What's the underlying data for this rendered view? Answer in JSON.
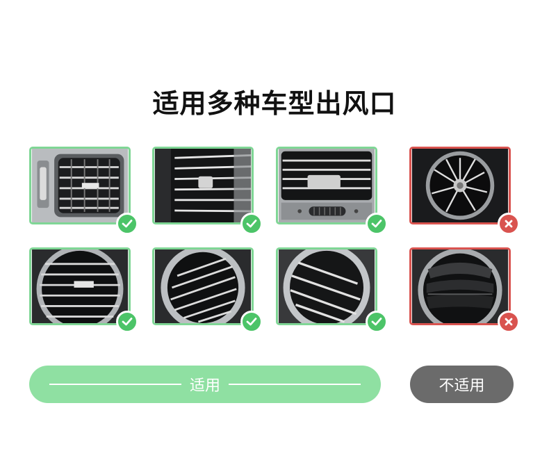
{
  "title": "适用多种车型出风口",
  "suitable_label": "适用",
  "unsuitable_label": "不适用",
  "tiles": [
    {
      "name": "vent-rect-grid",
      "status": "suitable"
    },
    {
      "name": "vent-horizontal-slats-clip",
      "status": "suitable"
    },
    {
      "name": "vent-horizontal-slats-wheel",
      "status": "suitable"
    },
    {
      "name": "vent-round-spoke",
      "status": "unsuitable"
    },
    {
      "name": "vent-round-horizontal",
      "status": "suitable"
    },
    {
      "name": "vent-round-diagonal",
      "status": "suitable"
    },
    {
      "name": "vent-round-diagonal-wide",
      "status": "suitable"
    },
    {
      "name": "vent-round-shutter",
      "status": "unsuitable"
    }
  ],
  "colors": {
    "suitable": "#4cc468",
    "unsuitable": "#d9534f",
    "border_ok": "#7fd695",
    "pill_yes": "#8fe0a2",
    "pill_no": "#6b6b6b"
  },
  "icons": {
    "suitable": "check-icon",
    "unsuitable": "cross-icon"
  }
}
